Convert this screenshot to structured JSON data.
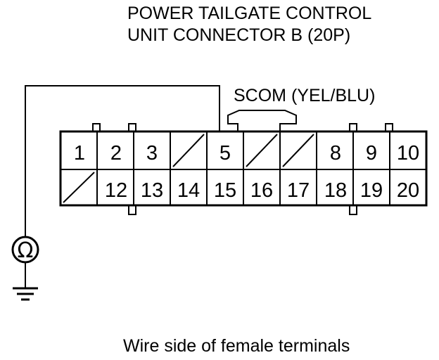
{
  "title": {
    "line1": "POWER TAILGATE CONTROL",
    "line2": "UNIT CONNECTOR B (20P)"
  },
  "callout": {
    "label": "SCOM (YEL/BLU)"
  },
  "meter": {
    "symbol": "Ω",
    "icon": "ohmmeter-icon"
  },
  "ground": {
    "icon": "ground-symbol-icon"
  },
  "caption": "Wire side of female terminals",
  "connector": {
    "top_row": [
      "1",
      "2",
      "3",
      "",
      "5",
      "",
      "",
      "8",
      "9",
      "10"
    ],
    "bottom_row": [
      "",
      "12",
      "13",
      "14",
      "15",
      "16",
      "17",
      "18",
      "19",
      "20"
    ]
  }
}
